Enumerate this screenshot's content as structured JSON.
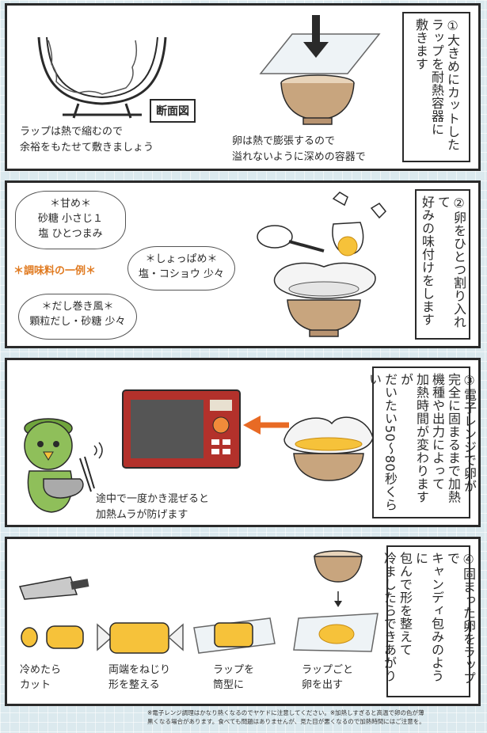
{
  "steps": [
    {
      "instruction": "①大きめにカットした\nラップを耐熱容器に\n敷きます",
      "section_tag": "断面図",
      "note_left": "ラップは熱で縮むので\n余裕をもたせて敷きましょう",
      "note_right": "卵は熱で膨張するので\n溢れないように深めの容器で"
    },
    {
      "instruction": "②卵をひとつ割り入れて\n好みの味付けをします",
      "example_title": "＊調味料の一例＊",
      "examples": [
        "＊甘め＊\n砂糖 小さじ１\n塩 ひとつまみ",
        "＊しょっぱめ＊\n塩・コショウ 少々",
        "＊だし巻き風＊\n顆粒だし・砂糖 少々"
      ]
    },
    {
      "instruction": "③電子レンジで卵が\n完全に固まるまで加熱\n機種や出力によって\n加熱時間が変わりますが\nだいたい50〜80秒くらい",
      "note": "途中で一度かき混ぜると\n加熱ムラが防げます"
    },
    {
      "instruction": "④固まった卵をラップで\nキャンディ包みのように\n包んで形を整えて\n冷ましたらできあがり",
      "captions": [
        "冷めたら\nカット",
        "両端をねじり\n形を整える",
        "ラップを\n筒型に",
        "ラップごと\n卵を出す"
      ]
    }
  ],
  "footnote": "※電子レンジ調理はかなり熱くなるのでヤケドに注意してください。※加熱しすぎると高温で卵の色が薄\n黒くなる場合があります。食べても問題はありませんが、見た目が悪くなるので加熱時間にはご注意を。",
  "colors": {
    "egg_yolk": "#f6c23a",
    "bowl": "#c8a57e",
    "microwave": "#b3312b",
    "arrow": "#e86a24",
    "kappa": "#8fbf5a"
  }
}
